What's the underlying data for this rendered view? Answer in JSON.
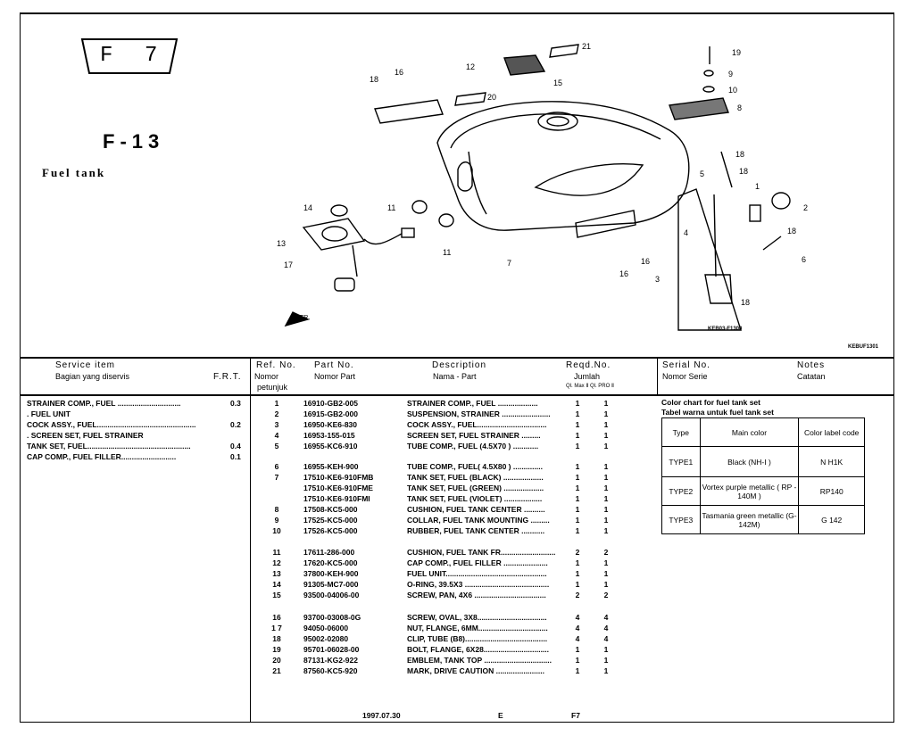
{
  "page": {
    "badge_left": "F",
    "badge_right": "7",
    "section_number": "F-13",
    "section_title": "Fuel  tank",
    "drawing_code": "KEB03-F1300",
    "drawing_code_small": "KEBUF1301"
  },
  "callouts": [
    "21",
    "12",
    "15",
    "16",
    "18",
    "20",
    "19",
    "9",
    "10",
    "8",
    "18",
    "5",
    "18",
    "1",
    "2",
    "14",
    "11",
    "11",
    "7",
    "13",
    "17",
    "16",
    "4",
    "16",
    "3",
    "18",
    "6",
    "18"
  ],
  "front_label": "FR.",
  "headers": {
    "service_item": "Service     item",
    "service_item_id": "Bagian yang diservis",
    "frt": "F.R.T.",
    "ref_no": "Ref. No.",
    "ref_no_id": "Nomor",
    "ref_no_id2": "petunjuk",
    "part_no": "Part  No.",
    "part_no_id": "Nomor Part",
    "description": "Description",
    "description_id": "Nama - Part",
    "reqd_no": "Reqd.No.",
    "reqd_no_id": "Jumlah",
    "reqd_no_sub": "Ql. Max Ⅱ Ql. PRO  Ⅱ",
    "serial_no": "Serial  No.",
    "serial_no_id": "Nomor  Serie",
    "notes": "Notes",
    "notes_id": "Catatan"
  },
  "service_items": [
    {
      "label": "STRAINER COMP., FUEL ..............................",
      "frt": "0.3"
    },
    {
      "label": ". FUEL UNIT",
      "frt": ""
    },
    {
      "label": "COCK ASSY., FUEL...............................................",
      "frt": "0.2"
    },
    {
      "label": ". SCREEN SET, FUEL STRAINER",
      "frt": ""
    },
    {
      "label": "TANK SET, FUEL.................................................",
      "frt": "0.4"
    },
    {
      "label": "CAP COMP., FUEL FILLER..........................",
      "frt": "0.1"
    }
  ],
  "parts_groups": [
    [
      {
        "ref": "1",
        "part": "16910-GB2-005",
        "desc": "STRAINER COMP., FUEL ...................",
        "q1": "1",
        "q2": "1"
      },
      {
        "ref": "2",
        "part": "16915-GB2-000",
        "desc": "SUSPENSION, STRAINER .......................",
        "q1": "1",
        "q2": "1"
      },
      {
        "ref": "3",
        "part": "16950-KE6-830",
        "desc": "COCK ASSY., FUEL.................................",
        "q1": "1",
        "q2": "1"
      },
      {
        "ref": "4",
        "part": "16953-155-015",
        "desc": "SCREEN SET, FUEL STRAINER .........",
        "q1": "1",
        "q2": "1"
      },
      {
        "ref": "5",
        "part": "16955-KC6-910",
        "desc": "TUBE COMP., FUEL (4.5X70 ) ............",
        "q1": "1",
        "q2": "1"
      }
    ],
    [
      {
        "ref": "6",
        "part": "16955-KEH-900",
        "desc": "TUBE COMP., FUEL( 4.5X80 ) ..............",
        "q1": "1",
        "q2": "1"
      },
      {
        "ref": "7",
        "part": "17510-KE6-910FMB",
        "desc": "TANK SET, FUEL (BLACK) ...................",
        "q1": "1",
        "q2": "1"
      },
      {
        "ref": "",
        "part": "17510-KE6-910FME",
        "desc": "TANK SET, FUEL (GREEN) ...................",
        "q1": "1",
        "q2": "1"
      },
      {
        "ref": "",
        "part": "17510-KE6-910FMI",
        "desc": "TANK SET, FUEL (VIOLET) ..................",
        "q1": "1",
        "q2": "1"
      },
      {
        "ref": "8",
        "part": "17508-KC5-000",
        "desc": "CUSHION, FUEL TANK CENTER ..........",
        "q1": "1",
        "q2": "1"
      },
      {
        "ref": "9",
        "part": "17525-KC5-000",
        "desc": "COLLAR, FUEL TANK MOUNTING .........",
        "q1": "1",
        "q2": "1"
      },
      {
        "ref": "10",
        "part": "17526-KC5-000",
        "desc": "RUBBER, FUEL TANK CENTER ...........",
        "q1": "1",
        "q2": "1"
      }
    ],
    [
      {
        "ref": "11",
        "part": "17611-286-000",
        "desc": "CUSHION, FUEL TANK FR..........................",
        "q1": "2",
        "q2": "2"
      },
      {
        "ref": "12",
        "part": "17620-KC5-000",
        "desc": "CAP COMP., FUEL FILLER .....................",
        "q1": "1",
        "q2": "1"
      },
      {
        "ref": "13",
        "part": "37800-KEH-900",
        "desc": "FUEL UNIT................................................",
        "q1": "1",
        "q2": "1"
      },
      {
        "ref": "14",
        "part": "91305-MC7-000",
        "desc": "O-RING, 39.5X3 ........................................",
        "q1": "1",
        "q2": "1"
      },
      {
        "ref": "15",
        "part": "93500-04006-00",
        "desc": "SCREW, PAN, 4X6 ..................................",
        "q1": "2",
        "q2": "2"
      }
    ],
    [
      {
        "ref": "16",
        "part": "93700-03008-0G",
        "desc": "SCREW, OVAL, 3X8.................................",
        "q1": "4",
        "q2": "4"
      },
      {
        "ref": "1 7",
        "part": "94050-06000",
        "desc": "NUT, FLANGE, 6MM.................................",
        "q1": "4",
        "q2": "4"
      },
      {
        "ref": "18",
        "part": "95002-02080",
        "desc": "CLIP, TUBE (B8).......................................",
        "q1": "4",
        "q2": "4"
      },
      {
        "ref": "19",
        "part": "95701-06028-00",
        "desc": "BOLT, FLANGE, 6X28...............................",
        "q1": "1",
        "q2": "1"
      },
      {
        "ref": "20",
        "part": "87131-KG2-922",
        "desc": "EMBLEM, TANK TOP ................................",
        "q1": "1",
        "q2": "1"
      },
      {
        "ref": "21",
        "part": "87560-KC5-920",
        "desc": "MARK, DRIVE CAUTION .......................",
        "q1": "1",
        "q2": "1"
      }
    ]
  ],
  "color_chart": {
    "title": "Color chart for fuel tank set",
    "title_id": "Tabel warna untuk fuel tank set",
    "headers": [
      "Type",
      "Main color",
      "Color label code"
    ],
    "rows": [
      {
        "type": "TYPE1",
        "color": "Black (NH-I  )",
        "code": "N H1K"
      },
      {
        "type": "TYPE2",
        "color": "Vortex purple metallic ( RP - 140M )",
        "code": "RP140"
      },
      {
        "type": "TYPE3",
        "color": "Tasmania  green metallic (G-142M)",
        "code": "G 142"
      }
    ]
  },
  "footer": {
    "date": "1997.07.30",
    "lang": "E",
    "page": "F7"
  }
}
